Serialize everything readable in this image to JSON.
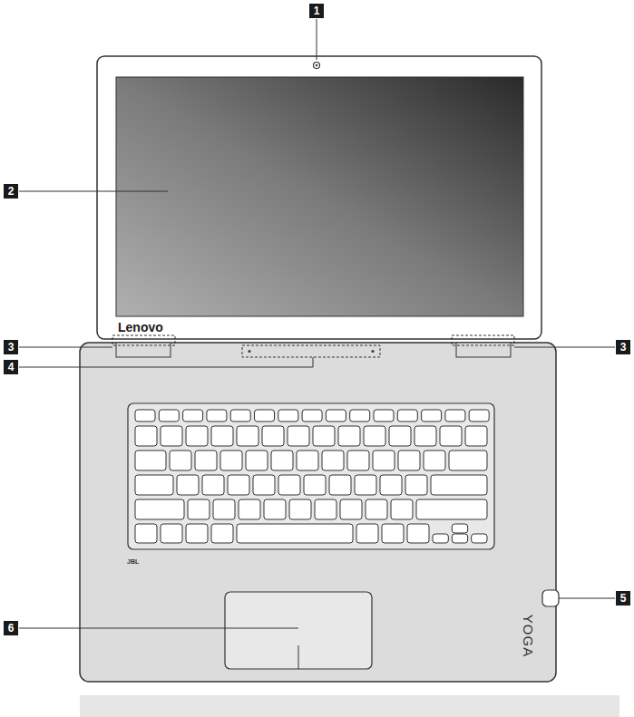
{
  "diagram": {
    "labels": [
      "1",
      "2",
      "3",
      "3",
      "4",
      "5",
      "6",
      "Lenovo",
      "JBL",
      "YOGA"
    ]
  }
}
